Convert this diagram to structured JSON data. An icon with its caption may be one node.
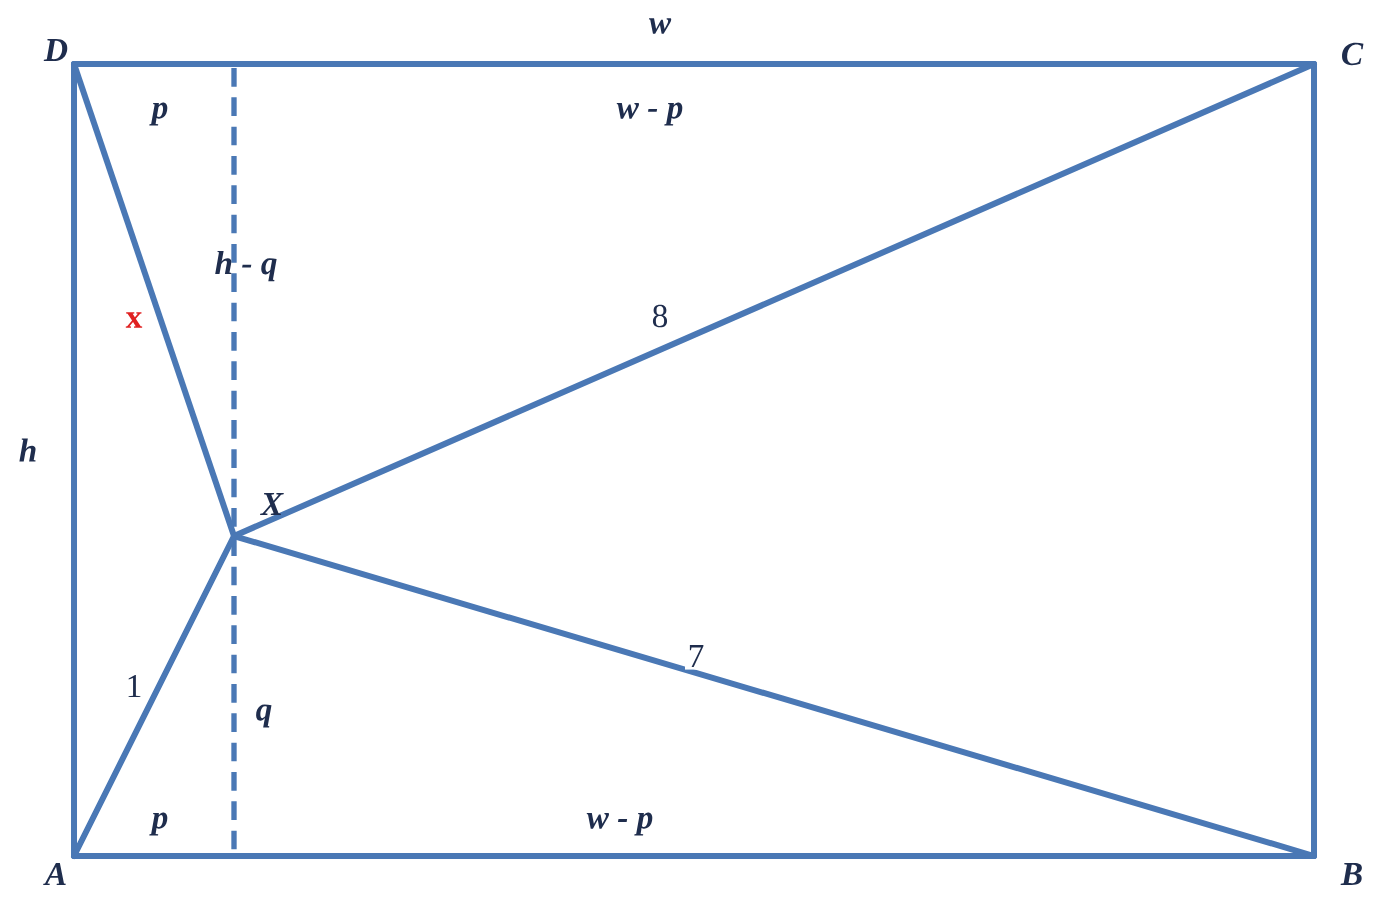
{
  "diagram": {
    "nodes": [
      {
        "text": [
          "D"
        ]
      },
      {
        "text": [
          "C"
        ]
      },
      {
        "text": [
          "X"
        ]
      },
      {
        "text": [
          "A"
        ]
      },
      {
        "text": [
          "B"
        ]
      }
    ],
    "edges": [
      {
        "from": 0,
        "to": 1,
        "arrow": "none",
        "label": "w"
      },
      {
        "from": 1,
        "to": 4,
        "arrow": "none"
      },
      {
        "from": 3,
        "to": 4,
        "arrow": "none"
      },
      {
        "from": 3,
        "to": 0,
        "arrow": "none",
        "label": "h"
      },
      {
        "from": 2,
        "to": 0,
        "arrow": "none",
        "label": "x"
      },
      {
        "from": 2,
        "to": 1,
        "arrow": "none",
        "label": "8"
      },
      {
        "from": 2,
        "to": 4,
        "arrow": "none",
        "label": "7"
      },
      {
        "from": 2,
        "to": 3,
        "arrow": "none",
        "label": "1"
      }
    ],
    "labels": [
      "p",
      "w - p",
      "h - q",
      "q",
      "p",
      "w - p"
    ]
  }
}
